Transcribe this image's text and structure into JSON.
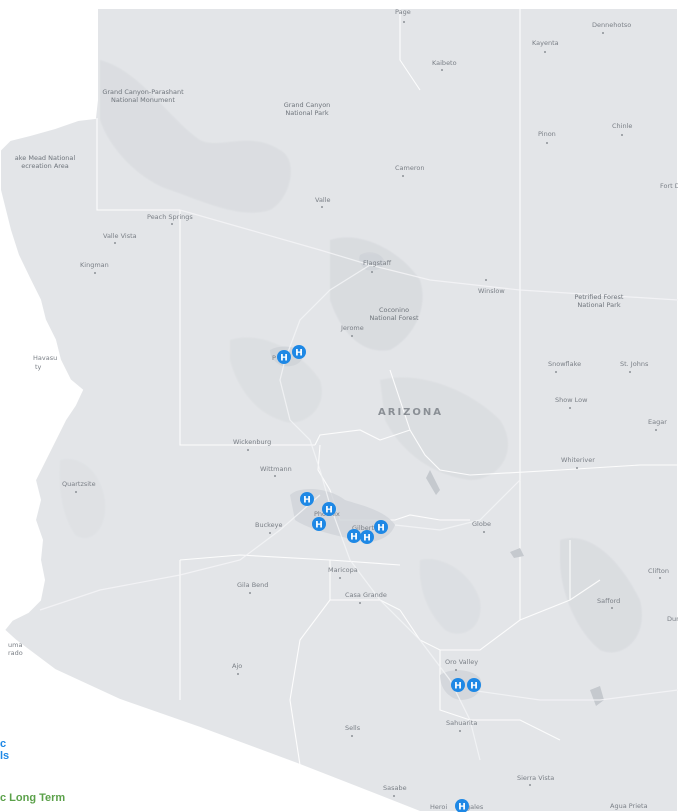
{
  "map": {
    "state_label": "ARIZONA",
    "colors": {
      "land": "#e3e5e8",
      "outside": "#ffffff",
      "border": "#ffffff",
      "marker": "#1e88e5"
    },
    "places": [
      {
        "id": "page",
        "name": "Page"
      },
      {
        "id": "kayenta",
        "name": "Kayenta"
      },
      {
        "id": "kaibeto",
        "name": "Kaibeto"
      },
      {
        "id": "dennehotso",
        "name": "Dennehotso"
      },
      {
        "id": "pinon",
        "name": "Pinon"
      },
      {
        "id": "chinle",
        "name": "Chinle"
      },
      {
        "id": "cameron",
        "name": "Cameron"
      },
      {
        "id": "fortdef",
        "name": "Fort Def"
      },
      {
        "id": "valle",
        "name": "Valle"
      },
      {
        "id": "peach",
        "name": "Peach Springs"
      },
      {
        "id": "vallevista",
        "name": "Valle Vista"
      },
      {
        "id": "kingman",
        "name": "Kingman"
      },
      {
        "id": "flagstaff",
        "name": "Flagstaff"
      },
      {
        "id": "winslow",
        "name": "Winslow"
      },
      {
        "id": "jerome",
        "name": "Jerome"
      },
      {
        "id": "snowflake",
        "name": "Snowflake"
      },
      {
        "id": "stjohns",
        "name": "St. Johns"
      },
      {
        "id": "showlow",
        "name": "Show Low"
      },
      {
        "id": "eagar",
        "name": "Eagar"
      },
      {
        "id": "havasu",
        "name": "Havasu"
      },
      {
        "id": "havasu2",
        "name": "ty"
      },
      {
        "id": "prescott",
        "name": "P"
      },
      {
        "id": "wickenburg",
        "name": "Wickenburg"
      },
      {
        "id": "wittmann",
        "name": "Wittmann"
      },
      {
        "id": "whiteriver",
        "name": "Whiteriver"
      },
      {
        "id": "quartzsite",
        "name": "Quartzsite"
      },
      {
        "id": "buckeye",
        "name": "Buckeye"
      },
      {
        "id": "phoenix",
        "name": "Phoenix"
      },
      {
        "id": "gilbert",
        "name": "Gilbert"
      },
      {
        "id": "globe",
        "name": "Globe"
      },
      {
        "id": "clifton",
        "name": "Clifton"
      },
      {
        "id": "maricopa",
        "name": "Maricopa"
      },
      {
        "id": "gilabend",
        "name": "Gila Bend"
      },
      {
        "id": "casagrande",
        "name": "Casa Grande"
      },
      {
        "id": "safford",
        "name": "Safford"
      },
      {
        "id": "dun",
        "name": "Dun"
      },
      {
        "id": "yuma",
        "name": "uma"
      },
      {
        "id": "rado",
        "name": "rado"
      },
      {
        "id": "ajo",
        "name": "Ajo"
      },
      {
        "id": "orovalley",
        "name": "Oro Valley"
      },
      {
        "id": "sahuarita",
        "name": "Sahuarita"
      },
      {
        "id": "sells",
        "name": "Sells"
      },
      {
        "id": "sierravista",
        "name": "Sierra Vista"
      },
      {
        "id": "sasabe",
        "name": "Sasabe"
      },
      {
        "id": "heroica",
        "name": "Heroi"
      },
      {
        "id": "nogales",
        "name": "gales"
      },
      {
        "id": "aguaprieta",
        "name": "Agua Prieta"
      }
    ],
    "parks": [
      {
        "id": "gcp",
        "lines": [
          "Grand Canyon-Parashant",
          "National Monument"
        ]
      },
      {
        "id": "gcnp",
        "lines": [
          "Grand Canyon",
          "National Park"
        ]
      },
      {
        "id": "lakemead",
        "lines": [
          "ake Mead National",
          "ecreation Area"
        ]
      },
      {
        "id": "coconino",
        "lines": [
          "Coconino",
          "National Forest"
        ]
      },
      {
        "id": "petrified",
        "lines": [
          "Petrified Forest",
          "National Park"
        ]
      }
    ],
    "markers": [
      {
        "id": "prescott-1",
        "glyph": "H"
      },
      {
        "id": "prescott-2",
        "glyph": "H"
      },
      {
        "id": "phx-1",
        "glyph": "H"
      },
      {
        "id": "phx-2",
        "glyph": "H"
      },
      {
        "id": "phx-3",
        "glyph": "H"
      },
      {
        "id": "gilbert-1",
        "glyph": "H"
      },
      {
        "id": "gilbert-2",
        "glyph": "H"
      },
      {
        "id": "gilbert-3",
        "glyph": "H"
      },
      {
        "id": "tucson-1",
        "glyph": "H"
      },
      {
        "id": "tucson-2",
        "glyph": "H"
      },
      {
        "id": "nogales-1",
        "glyph": "H"
      }
    ]
  },
  "legend": {
    "acute_line1": "c",
    "acute_line2": "ls",
    "longterm": "c Long Term"
  }
}
